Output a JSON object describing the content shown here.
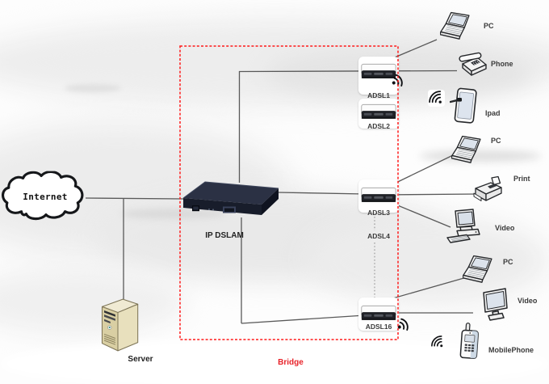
{
  "internet": {
    "label": "Internet"
  },
  "dslam": {
    "label": "IP DSLAM"
  },
  "server": {
    "label": "Server"
  },
  "bridge": {
    "label": "Bridge"
  },
  "modems": {
    "adsl1": {
      "label": "ADSL1"
    },
    "adsl2": {
      "label": "ADSL2"
    },
    "adsl3": {
      "label": "ADSL3"
    },
    "adsl4": {
      "label": "ADSL4"
    },
    "adsl16": {
      "label": "ADSL16"
    }
  },
  "devices": {
    "pc_top": {
      "label": "PC",
      "icon": "laptop-icon"
    },
    "phone": {
      "label": "Phone",
      "icon": "desk-phone-icon"
    },
    "ipad": {
      "label": "Ipad",
      "icon": "tablet-icon"
    },
    "pc_mid": {
      "label": "PC",
      "icon": "laptop-icon"
    },
    "print": {
      "label": "Print",
      "icon": "printer-icon"
    },
    "video_mid": {
      "label": "Video",
      "icon": "desktop-computer-icon"
    },
    "pc_bottom": {
      "label": "PC",
      "icon": "laptop-icon"
    },
    "video_bottom": {
      "label": "Video",
      "icon": "monitor-icon"
    },
    "mobile": {
      "label": "MobilePhone",
      "icon": "mobile-phone-icon"
    }
  },
  "icons": {
    "wifi_fan": "wifi-signal-icon",
    "wifi_tx": "wireless-transmit-icon",
    "cloud": "internet-cloud-icon",
    "server": "server-tower-icon",
    "dslam": "ip-dslam-device-icon",
    "modem": "adsl-modem-icon"
  },
  "colors": {
    "bridge_border": "#ff1a1a",
    "bridge_label": "#e8232a",
    "connection_line": "#595959",
    "label_text": "#3b3b3b"
  }
}
